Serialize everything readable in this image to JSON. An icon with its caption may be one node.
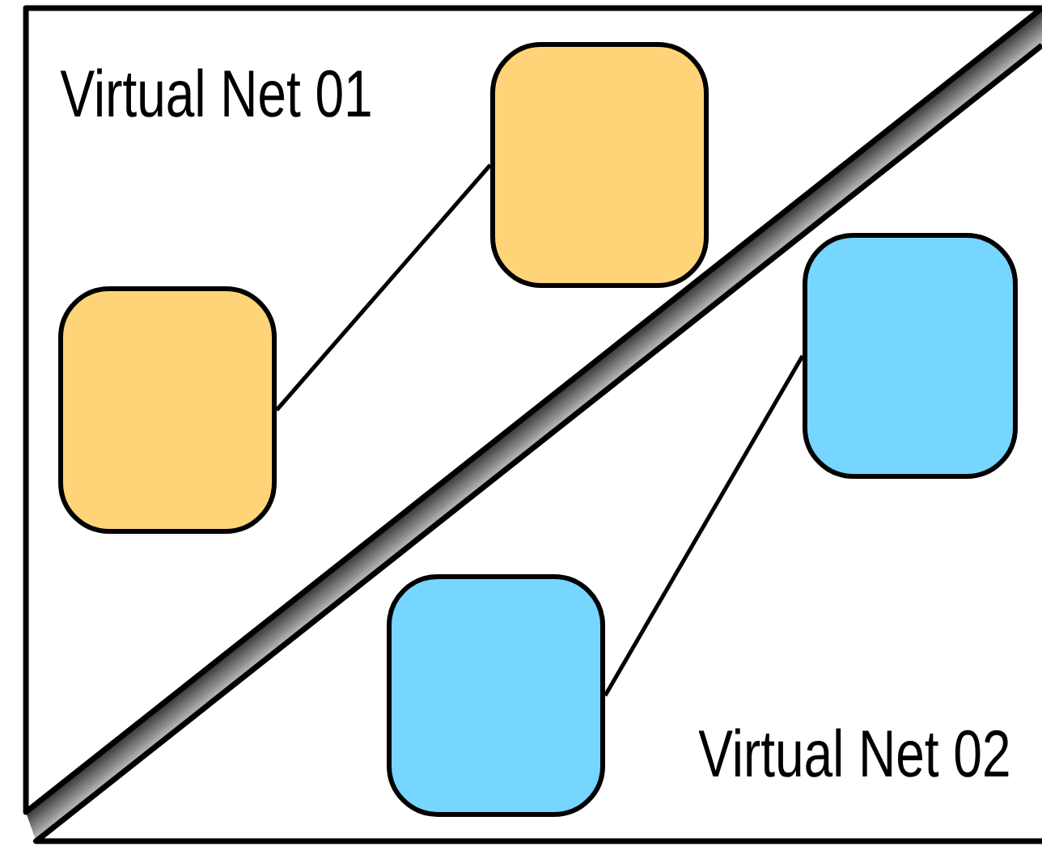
{
  "diagram": {
    "nodes": [
      {
        "text": [],
        "shape": "box"
      },
      {
        "text": [],
        "shape": "box"
      },
      {
        "text": [],
        "shape": "box"
      },
      {
        "text": [],
        "shape": "box"
      }
    ],
    "edges": [
      {
        "from": 0,
        "to": 1,
        "arrow": "none"
      },
      {
        "from": 2,
        "to": 3,
        "arrow": "none"
      }
    ],
    "labels": [
      "Virtual Net 01",
      "Virtual Net 02"
    ]
  }
}
